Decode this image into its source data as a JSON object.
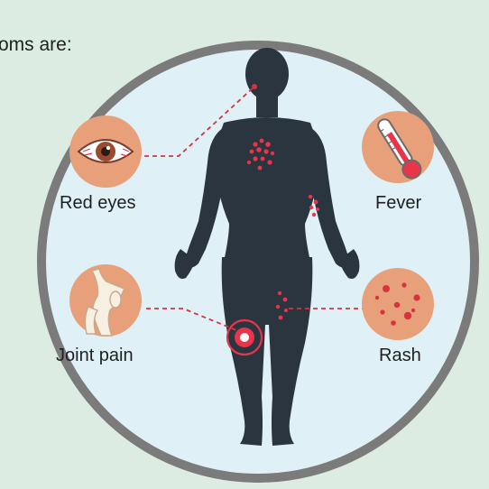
{
  "heading": "oms are:",
  "symptoms": {
    "red_eyes": "Red eyes",
    "fever": "Fever",
    "joint_pain": "Joint pain",
    "rash": "Rash"
  },
  "colors": {
    "background": "#dcece3",
    "circle_fill": "#dff1f6",
    "circle_ring": "#7b7b7b",
    "silhouette": "#2b3540",
    "icon_bg": "#e8a07a",
    "rash_red": "#e8354a",
    "connector": "#d8323f"
  },
  "icons": [
    "eye-icon",
    "thermometer-icon",
    "knee-joint-icon",
    "rash-skin-icon",
    "body-silhouette-icon",
    "pain-target-icon"
  ]
}
